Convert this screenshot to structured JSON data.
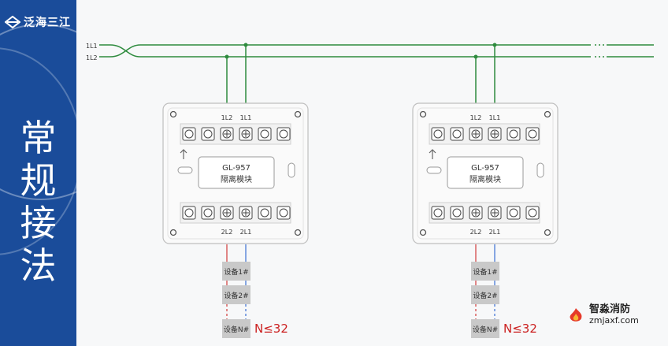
{
  "brand": {
    "name": "泛海三江"
  },
  "page_title": [
    "常",
    "规",
    "接",
    "法"
  ],
  "bus": {
    "line1": "1L1",
    "line2": "1L2"
  },
  "modules": [
    {
      "model": "GL-957",
      "name": "隔离模块",
      "top_terminals": {
        "left": "1L2",
        "right": "1L1"
      },
      "bottom_terminals": {
        "left": "2L2",
        "right": "2L1"
      },
      "devices": [
        "设备1#",
        "设备2#",
        "设备N#"
      ],
      "limit": "N≤32"
    },
    {
      "model": "GL-957",
      "name": "隔离模块",
      "top_terminals": {
        "left": "1L2",
        "right": "1L1"
      },
      "bottom_terminals": {
        "left": "2L2",
        "right": "2L1"
      },
      "devices": [
        "设备1#",
        "设备2#",
        "设备N#"
      ],
      "limit": "N≤32"
    }
  ],
  "watermark": {
    "cn": "智淼消防",
    "en": "zmjaxf.com"
  },
  "colors": {
    "sidebar": "#1a4c9a",
    "wire": "#2e8b3e",
    "red_wire": "#d23b3b",
    "blue_wire": "#3b6fd2",
    "limit_text": "#cc2222"
  }
}
